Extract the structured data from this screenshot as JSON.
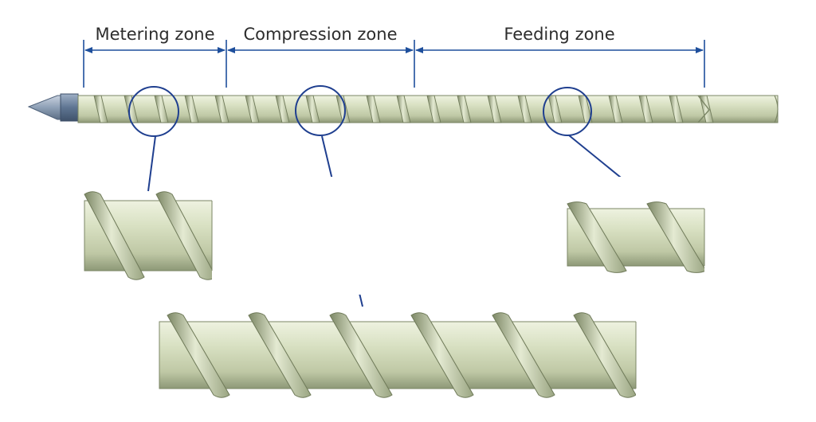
{
  "zones": [
    {
      "id": "metering",
      "label": "Metering zone"
    },
    {
      "id": "compression",
      "label": "Compression zone"
    },
    {
      "id": "feeding",
      "label": "Feeding zone"
    }
  ],
  "colors": {
    "screw_body": "#d2dbba",
    "screw_shadow": "#8f9a78",
    "flight_edge": "#6f7a59",
    "dimension_line": "#1e4f9c",
    "callout": "#1f3f8f",
    "tip": "#8fa0b6",
    "collar": "#6a7f9a"
  },
  "icons": [
    "screw-shaft",
    "nozzle-tip-icon",
    "magnifier-circle"
  ]
}
